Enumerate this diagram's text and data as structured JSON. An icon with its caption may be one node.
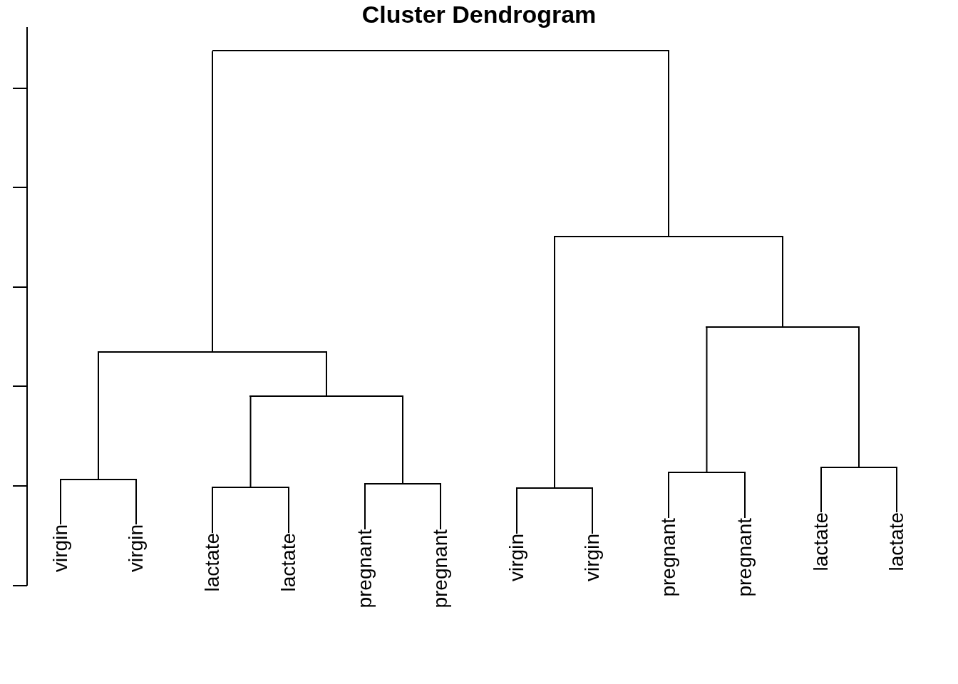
{
  "diagram": {
    "title": "Cluster Dendrogram",
    "nodes": [
      {
        "text": [
          "virgin"
        ]
      },
      {
        "text": [
          "virgin"
        ]
      },
      {
        "text": [
          "lactate"
        ]
      },
      {
        "text": [
          "lactate"
        ]
      },
      {
        "text": [
          "pregnant"
        ]
      },
      {
        "text": [
          "pregnant"
        ]
      },
      {
        "text": [
          "virgin"
        ]
      },
      {
        "text": [
          "virgin"
        ]
      },
      {
        "text": [
          "pregnant"
        ]
      },
      {
        "text": [
          "pregnant"
        ]
      },
      {
        "text": [
          "lactate"
        ]
      },
      {
        "text": [
          "lactate"
        ]
      },
      {
        "text": [],
        "shape": "bar"
      },
      {
        "text": [],
        "shape": "bar"
      },
      {
        "text": [],
        "shape": "bar"
      },
      {
        "text": [],
        "shape": "bar"
      },
      {
        "text": [],
        "shape": "bar"
      },
      {
        "text": [],
        "shape": "bar"
      },
      {
        "text": [],
        "shape": "bar"
      },
      {
        "text": [],
        "shape": "bar"
      },
      {
        "text": [],
        "shape": "bar"
      },
      {
        "text": [],
        "shape": "bar"
      },
      {
        "text": [],
        "shape": "bar"
      }
    ],
    "edges": [
      {
        "from": 12,
        "to": 15,
        "arrow": "none"
      },
      {
        "from": 12,
        "to": 13,
        "arrow": "none"
      },
      {
        "from": 13,
        "to": 22,
        "arrow": "none"
      },
      {
        "from": 13,
        "to": 14,
        "arrow": "none"
      },
      {
        "from": 14,
        "to": 18,
        "arrow": "none"
      },
      {
        "from": 14,
        "to": 17,
        "arrow": "none"
      },
      {
        "from": 15,
        "to": 19,
        "arrow": "none"
      },
      {
        "from": 15,
        "to": 16,
        "arrow": "none"
      },
      {
        "from": 16,
        "to": 21,
        "arrow": "none"
      },
      {
        "from": 16,
        "to": 20,
        "arrow": "none"
      },
      {
        "from": 17,
        "to": 10,
        "arrow": "none"
      },
      {
        "from": 17,
        "to": 11,
        "arrow": "none"
      },
      {
        "from": 18,
        "to": 8,
        "arrow": "none"
      },
      {
        "from": 18,
        "to": 9,
        "arrow": "none"
      },
      {
        "from": 19,
        "to": 0,
        "arrow": "none"
      },
      {
        "from": 19,
        "to": 1,
        "arrow": "none"
      },
      {
        "from": 20,
        "to": 4,
        "arrow": "none"
      },
      {
        "from": 20,
        "to": 5,
        "arrow": "none"
      },
      {
        "from": 21,
        "to": 2,
        "arrow": "none"
      },
      {
        "from": 21,
        "to": 3,
        "arrow": "none"
      },
      {
        "from": 22,
        "to": 6,
        "arrow": "none"
      },
      {
        "from": 22,
        "to": 7,
        "arrow": "none"
      }
    ]
  }
}
